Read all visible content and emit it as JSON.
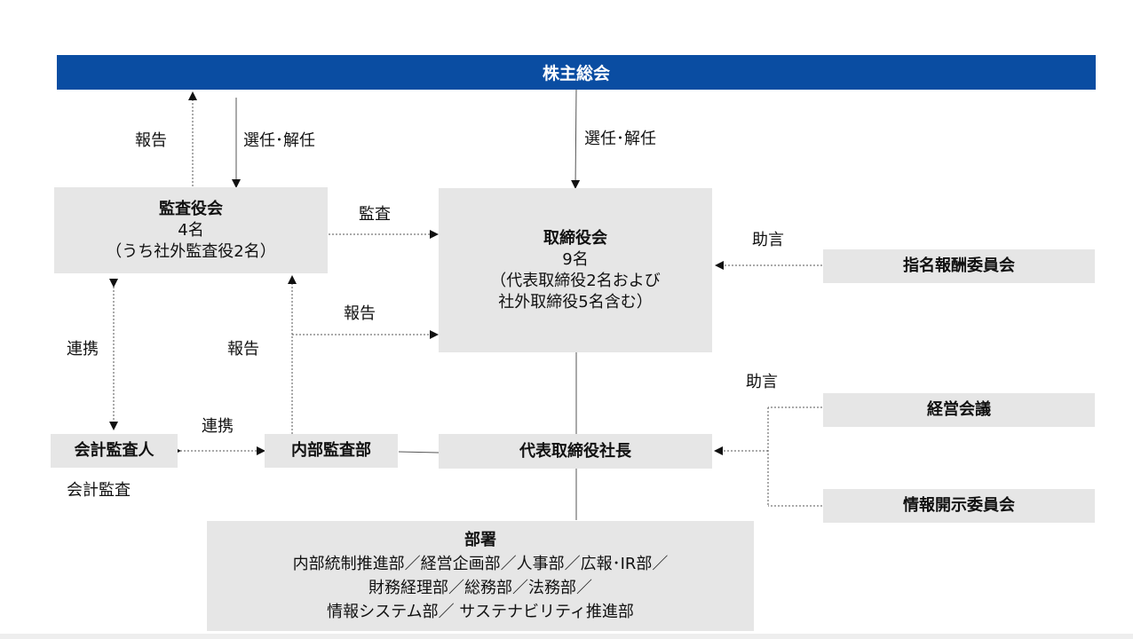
{
  "shareholders_meeting": "株主総会",
  "audit_board": {
    "title": "監査役会",
    "count": "4名",
    "detail": "（うち社外監査役2名）"
  },
  "board": {
    "title": "取締役会",
    "count": "9名",
    "detail_1": "（代表取締役2名および",
    "detail_2": "社外取締役5名含む）"
  },
  "nomination_committee": "指名報酬委員会",
  "accounting_auditor": "会計監査人",
  "internal_audit": "内部監査部",
  "president": "代表取締役社長",
  "management_meeting": "経営会議",
  "disclosure_committee": "情報開示委員会",
  "departments": {
    "title": "部署",
    "line_1": "内部統制推進部／経営企画部／人事部／広報･IR部／",
    "line_2": "財務経理部／総務部／法務部／",
    "line_3": "情報システム部／ サステナビリティ推進部"
  },
  "labels": {
    "report": "報告",
    "appoint_dismiss": "選任･解任",
    "appoint_dismiss_board": "選任･解任",
    "audit": "監査",
    "report_board": "報告",
    "report_internal": "報告",
    "cooperation_vertical": "連携",
    "cooperation_horizontal": "連携",
    "accounting_audit": "会計監査",
    "advice_top": "助言",
    "advice_bottom": "助言"
  },
  "colors": {
    "bar": "#0a4da2",
    "box": "#e6e6e6"
  }
}
